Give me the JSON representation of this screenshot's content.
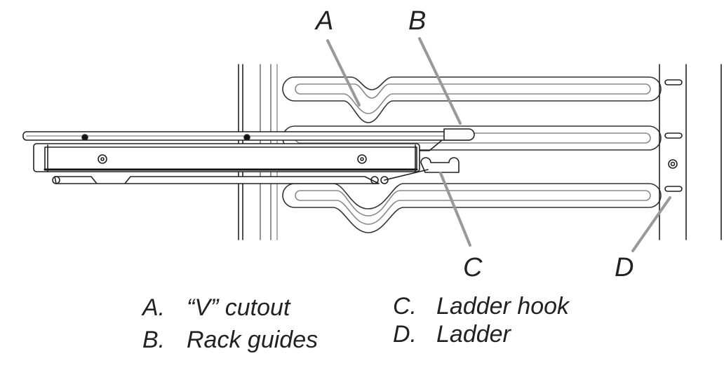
{
  "callouts": {
    "a": "A",
    "b": "B",
    "c": "C",
    "d": "D"
  },
  "legend": [
    {
      "letter": "A.",
      "text": "“V” cutout"
    },
    {
      "letter": "B.",
      "text": "Rack guides"
    },
    {
      "letter": "C.",
      "text": "Ladder hook"
    },
    {
      "letter": "D.",
      "text": "Ladder"
    }
  ]
}
